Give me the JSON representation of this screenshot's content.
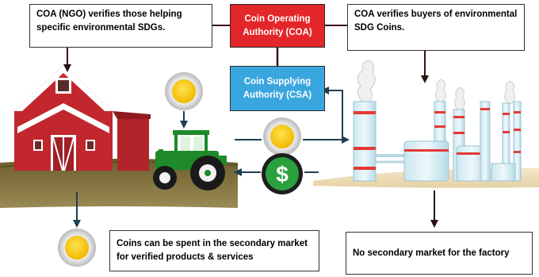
{
  "boxes": {
    "ngo_note": "COA (NGO) verifies those helping specific environmental SDGs.",
    "coa": "Coin Operating\nAuthority (COA)",
    "buyer_note": "COA verifies buyers of environmental SDG Coins.",
    "csa": "Coin Supplying\nAuthority (CSA)",
    "secondary_market": "Coins can be spent in the secondary market for verified products & services",
    "no_secondary": "No secondary market for the factory"
  },
  "icons": {
    "dollar_symbol": "$"
  },
  "colors": {
    "coa_red": "#e3262a",
    "csa_blue": "#3aa6de",
    "barn_red": "#c1272d",
    "tractor_green": "#1f8a2a",
    "coin_gold": "#f5c400",
    "factory_stripe": "#e53935",
    "arrow_dark": "#3c1414"
  }
}
